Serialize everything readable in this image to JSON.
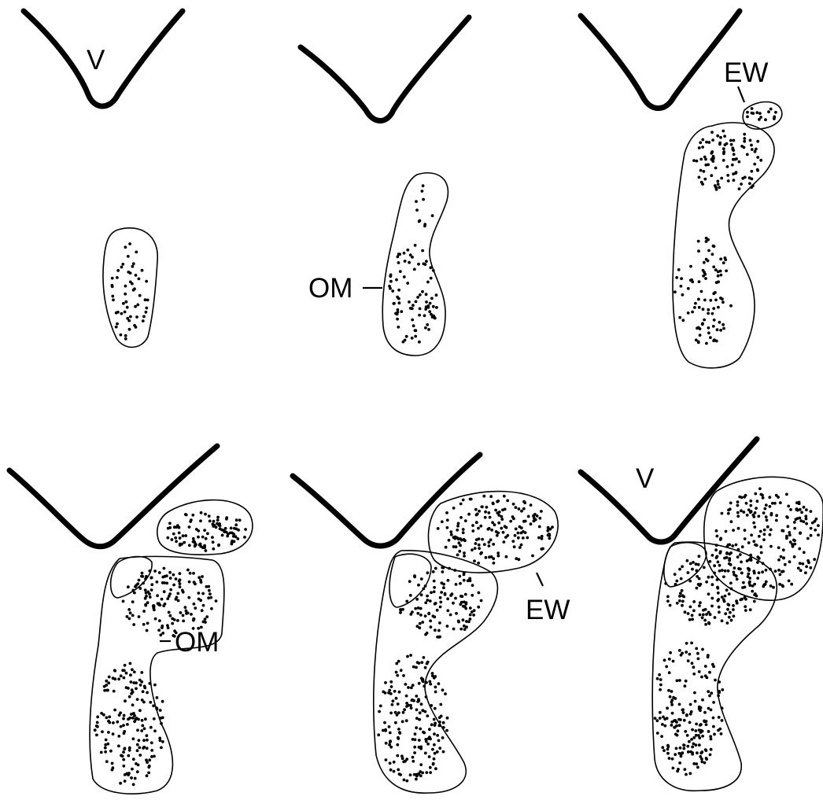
{
  "labels": {
    "ventricle_top": "V",
    "ventricle_bottom": "V",
    "om_panel2": "OM",
    "om_panel4": "OM",
    "ew_panel3": "EW",
    "ew_panel5": "EW"
  },
  "panels": [
    {
      "id": "section-1",
      "regions": [
        "OM"
      ],
      "cell_density": "sparse"
    },
    {
      "id": "section-2",
      "regions": [
        "OM"
      ],
      "cell_density": "sparse"
    },
    {
      "id": "section-3",
      "regions": [
        "OM",
        "EW"
      ],
      "cell_density": "moderate"
    },
    {
      "id": "section-4",
      "regions": [
        "OM",
        "EW"
      ],
      "cell_density": "dense"
    },
    {
      "id": "section-5",
      "regions": [
        "OM",
        "EW"
      ],
      "cell_density": "dense"
    },
    {
      "id": "section-6",
      "regions": [
        "OM",
        "EW"
      ],
      "cell_density": "dense"
    }
  ],
  "colors": {
    "ink": "#000000",
    "background": "#ffffff"
  }
}
